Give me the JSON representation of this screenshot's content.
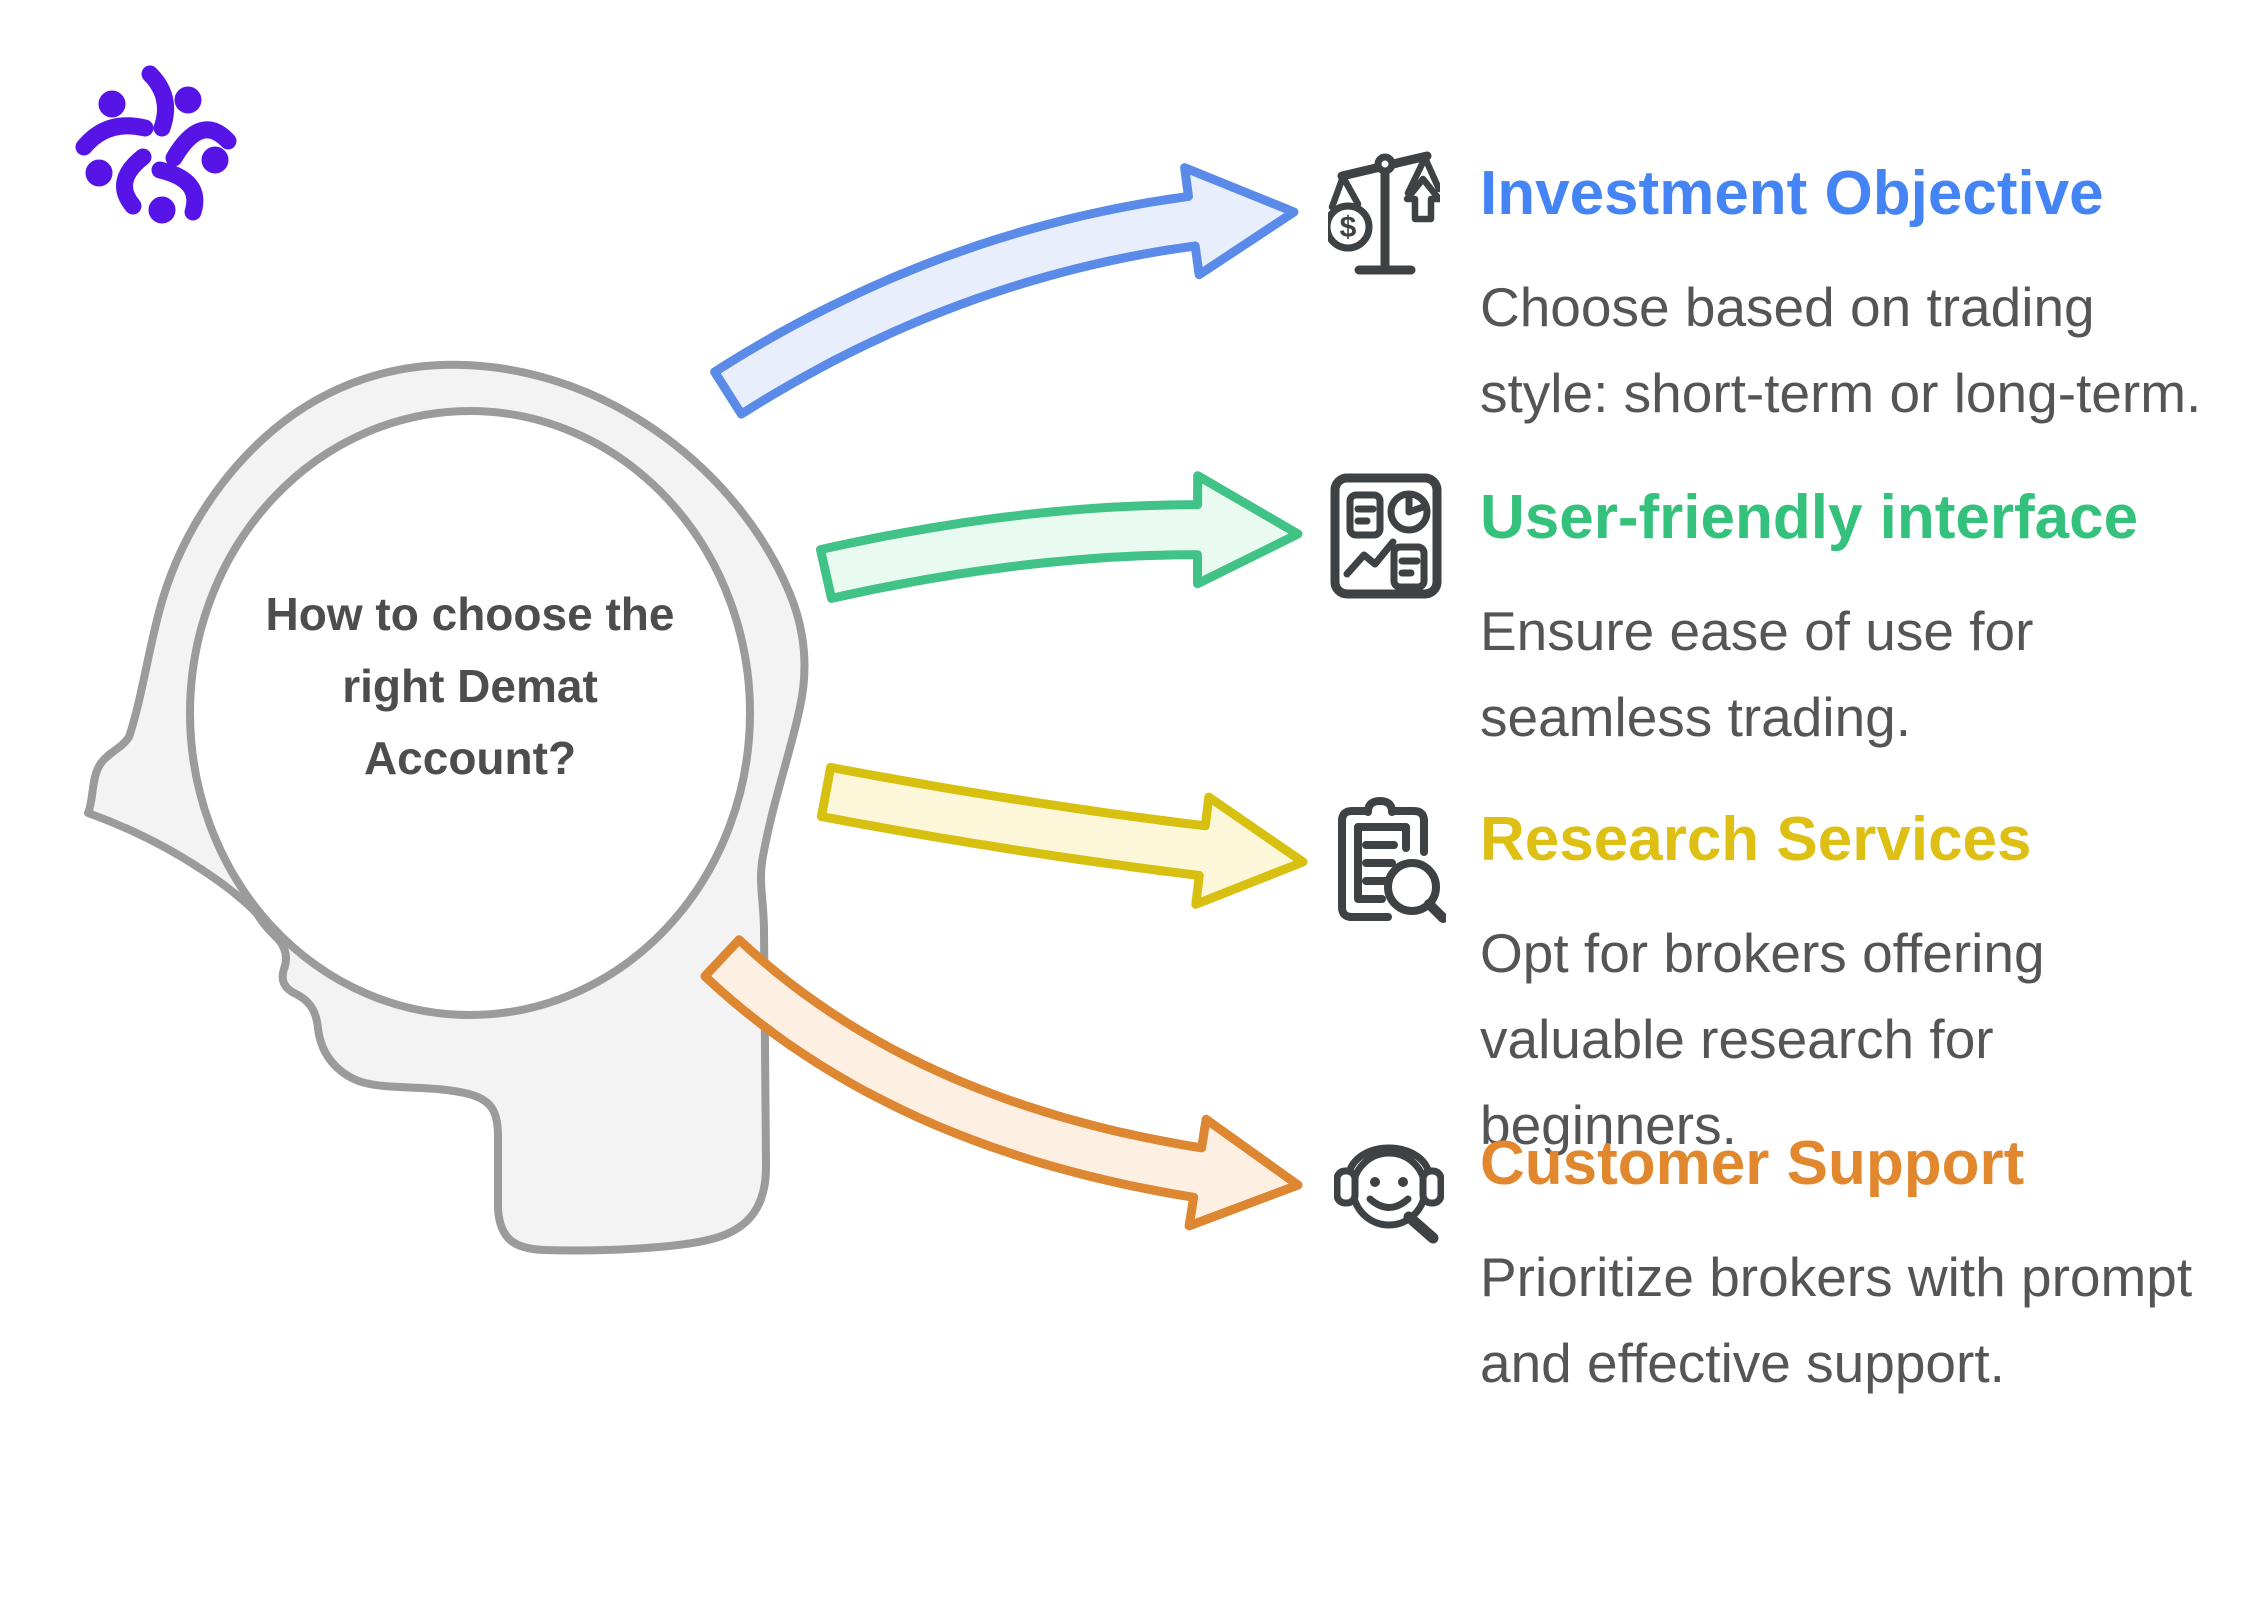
{
  "logo": {
    "name": "brand-logo",
    "color": "#5614e6"
  },
  "head": {
    "title": "How to choose the right Demat Account?",
    "title_color": "#4d4d4d",
    "fill": "#f3f3f3",
    "stroke": "#9b9b9b",
    "inner_circle_fill": "#ffffff"
  },
  "body_text_color": "#555555",
  "icon_stroke_color": "#3f4245",
  "sections": [
    {
      "id": "investment-objective",
      "heading": "Investment Objective",
      "heading_color": "#4584f4",
      "body": "Choose based on trading style: short-term or long-term.",
      "icon": "balance-scale-dollar-icon",
      "arrow": {
        "stroke": "#5b8be8",
        "fill": "#e8eefb"
      }
    },
    {
      "id": "user-friendly-interface",
      "heading": "User-friendly interface",
      "heading_color": "#33c17c",
      "body": "Ensure ease of use for seamless trading.",
      "icon": "trading-dashboard-icon",
      "arrow": {
        "stroke": "#41c287",
        "fill": "#e9faf0"
      }
    },
    {
      "id": "research-services",
      "heading": "Research Services",
      "heading_color": "#ddc013",
      "body": "Opt for brokers offering valuable research for beginners.",
      "icon": "research-clipboard-magnifier-icon",
      "arrow": {
        "stroke": "#d8c011",
        "fill": "#fbf7d8"
      }
    },
    {
      "id": "customer-support",
      "heading": "Customer Support",
      "heading_color": "#e1872e",
      "body": "Prioritize brokers with prompt and effective support.",
      "icon": "support-headset-icon",
      "arrow": {
        "stroke": "#dd8733",
        "fill": "#fdf0e2"
      }
    }
  ]
}
